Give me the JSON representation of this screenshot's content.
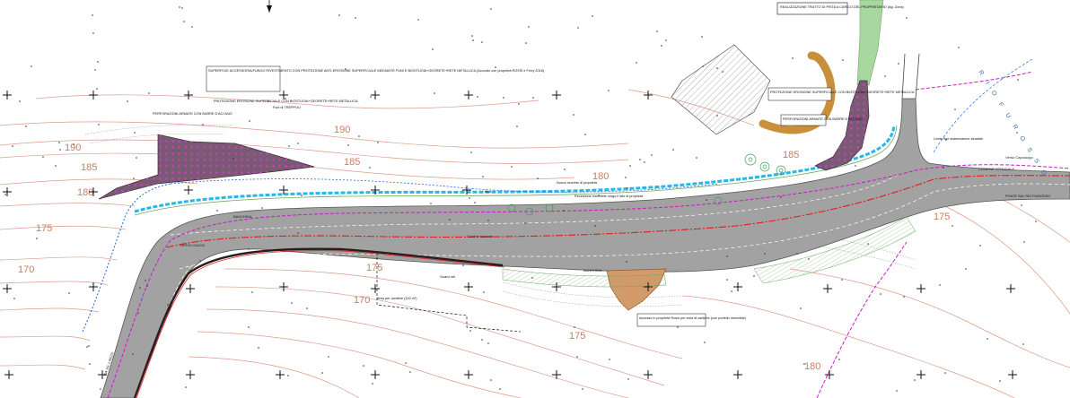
{
  "labels": {
    "top_callout": "REALIZZAZIONE TRATTO DI PISTA A CARICO DEL PROPRIETARIO (Ag. Zona)",
    "callout_supporti": "SUPERFICIE ACCESSORIA/FUNGO RIVESTIMENTO CON PROTEZIONE ANTI-EROSIONE SUPERFICIALE MEDIANTE FUNI E BIOSTUOIA+GEORETE+RETE METALLICA (Accordo con proprietà ROSSI e Ferry 2016)",
    "perforazioni": "PERFORAZIONI ARMATE CON BARRE D'ACCIAIO",
    "protezione_sx": "PROTEZIONE EROSIONE SUPERFICIALE CON BIOSTUOIA+GEORETE+RETE METALLICA",
    "fune_treppoli": "Funi di TREPPOLI",
    "protezione_dx": "PROTEZIONE EROSIONE SUPERFICIALE CON BIOSTUOIA+GEORETE+RETE METALLICA",
    "perforazioni_dx": "PERFORAZIONI ARMATE CON BARRE D'ACCIAIO",
    "limite_fine": "Limite fine sistemazione stradale",
    "ponte": "PONTE SUL RIO FURIOSSO",
    "area_cantiere": "Area per cantiere (100 m²)",
    "accesso_cantiere": "Accesso in proprietà Rossi per area di cantiere (con portello rimovibile)",
    "guard_rail": "Guard rail",
    "nuovo_muro": "Nuovo muretto di proprietà",
    "recinzione": "Recinzione rimovibile lungo il lato di proprietà",
    "confine_sx": "Confine stradale",
    "confine_sx2": "CONFINE STRADALE",
    "banchina": "BANCHINA",
    "verso_gaggi": "VERSO GAGGI",
    "verso_capoluogo": "Verso Capoluogo",
    "river_name": "R I O   F U R O S S O",
    "bed": "Bed",
    "via_lanza": "VIA SS. LANZA"
  },
  "contours": [
    "190",
    "185",
    "180",
    "175",
    "170",
    "190",
    "185",
    "180",
    "175",
    "170",
    "175",
    "180",
    "185",
    "175"
  ],
  "grid_markers": 38,
  "colors": {
    "road": "#9a9a9a",
    "contour": "#d4785f",
    "erosion": "#7a5a72",
    "erosion_dots": "#d03cd0",
    "water": "#23b8e8",
    "wood": "#c8903a",
    "greenstrip": "#a8d8a0",
    "red_line": "#e21d1d",
    "magenta_line": "#c81cc8"
  }
}
